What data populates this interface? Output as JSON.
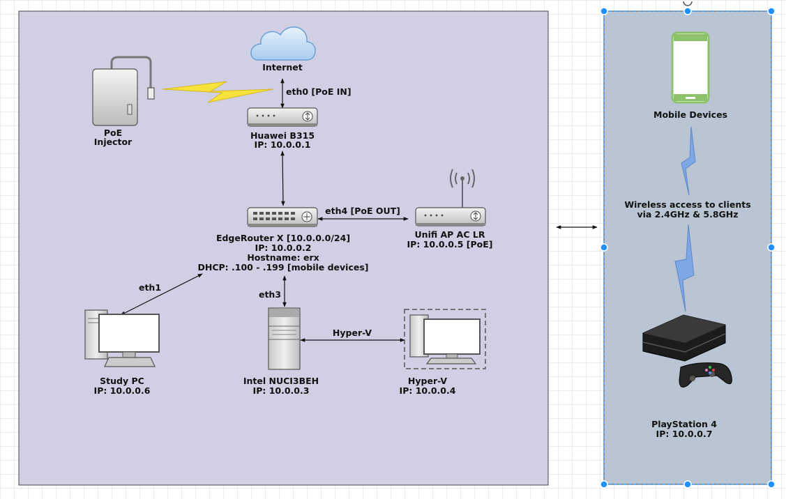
{
  "nodes": {
    "internet": {
      "name": "Internet"
    },
    "poe_injector": {
      "line1": "PoE",
      "line2": "Injector"
    },
    "huawei": {
      "name": "Huawei B315",
      "ip": "IP: 10.0.0.1"
    },
    "edgerouter": {
      "name": "EdgeRouter X [10.0.0.0/24]",
      "ip": "IP: 10.0.0.2",
      "hostname": "Hostname: erx",
      "dhcp": "DHCP: .100 - .199 [mobile devices]"
    },
    "unifi": {
      "name": "Unifi AP AC LR",
      "ip": "IP: 10.0.0.5 [PoE]"
    },
    "study_pc": {
      "name": "Study PC",
      "ip": "IP: 10.0.0.6"
    },
    "intel_nuc": {
      "name": "Intel NUCI3BEH",
      "ip": "IP: 10.0.0.3"
    },
    "hyperv_vm": {
      "name": "Hyper-V",
      "ip": "IP: 10.0.0.4"
    },
    "mobile": {
      "name": "Mobile Devices"
    },
    "ps4": {
      "name": "PlayStation 4",
      "ip": "IP: 10.0.0.7"
    }
  },
  "edges": {
    "eth0": "eth0 [PoE IN]",
    "eth4": "eth4 [PoE OUT]",
    "eth1": "eth1",
    "eth3": "eth3",
    "hyperv": "Hyper-V"
  },
  "wireless": {
    "line1": "Wireless access to clients",
    "line2": "via 2.4GHz & 5.8GHz"
  },
  "colors": {
    "lan_zone": "#d0cfe4",
    "wireless_zone": "#b9c5d2",
    "selection": "#1e90ff",
    "lightning_yellow": "#f7e23b",
    "lightning_blue": "#7ea7e6",
    "phone_green": "#8dc26b"
  }
}
